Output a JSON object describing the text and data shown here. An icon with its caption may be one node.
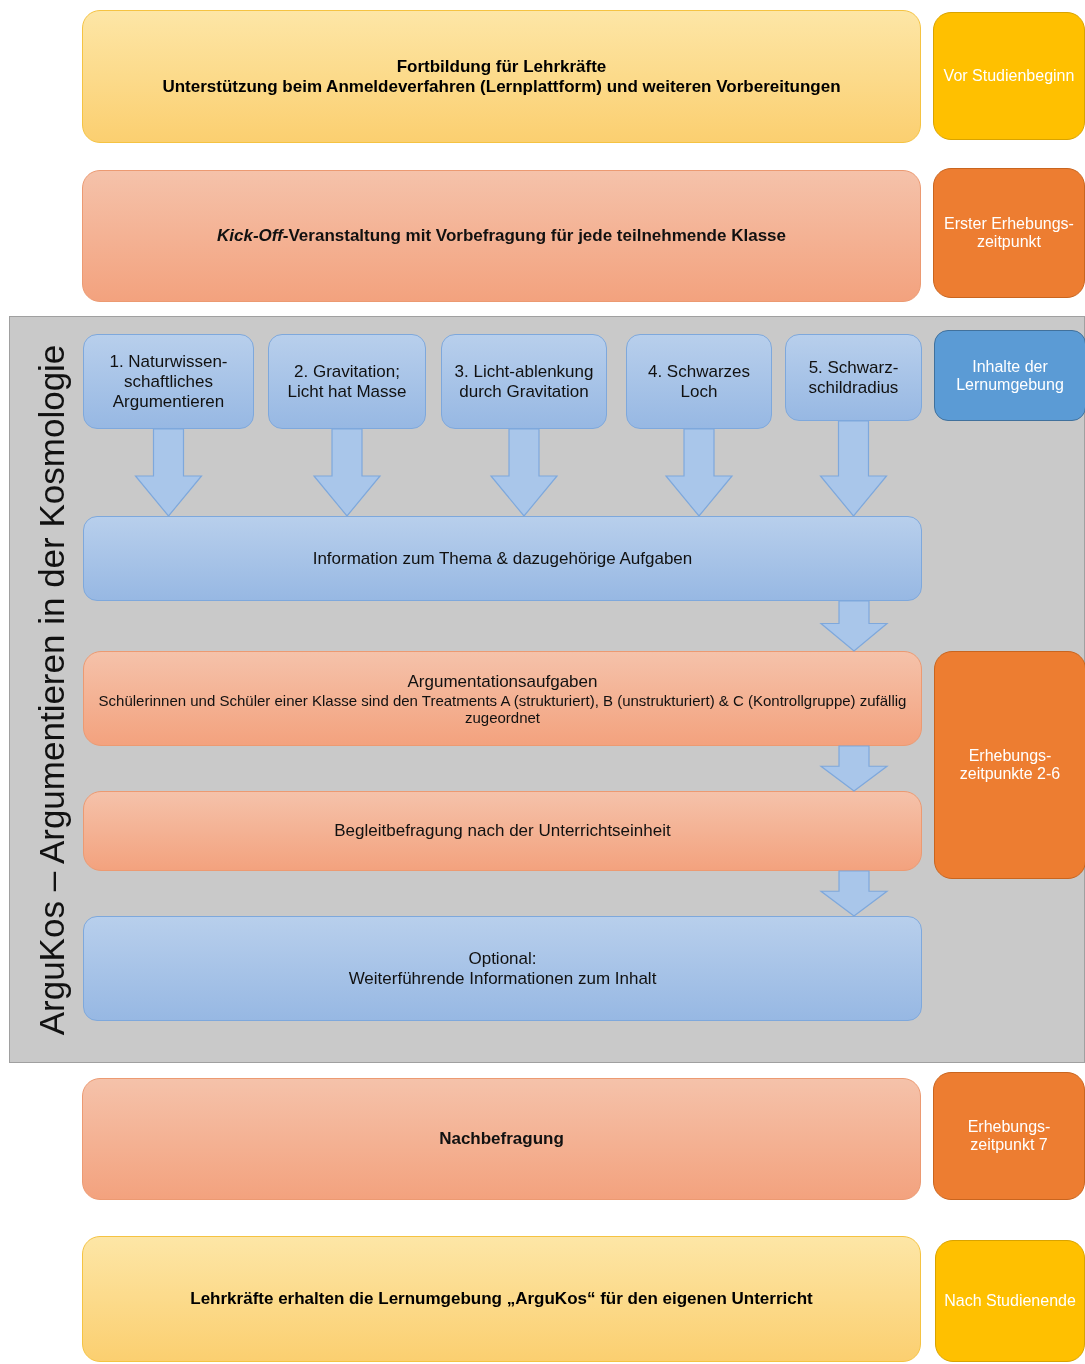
{
  "diagram": {
    "nodes": [
      {
        "text": [
          "Fortbildung für Lehrkräfte",
          "Unterstützung beim Anmeldeverfahren (Lernplattform) und weiteren Vorbereitungen"
        ]
      },
      {
        "text": [
          "Vor Studienbeginn"
        ]
      },
      {
        "text": [
          "*Kick-Off*-Veranstaltung mit Vorbefragung für jede teilnehmende Klasse"
        ]
      },
      {
        "text": [
          "Erster Erhebungs-zeitpunkt"
        ]
      },
      {
        "text": [
          "ArguKos – Argumentieren in der Kosmologie"
        ]
      },
      {
        "text": [
          "1. Naturwissen-schaftliches Argumentieren"
        ],
        "in": 4
      },
      {
        "text": [
          "2. Gravitation; Licht hat Masse"
        ],
        "in": 4
      },
      {
        "text": [
          "3. Licht-ablenkung durch Gravitation"
        ],
        "in": 4
      },
      {
        "text": [
          "4. Schwarzes Loch"
        ],
        "in": 4
      },
      {
        "text": [
          "5. Schwarz-schildradius"
        ],
        "in": 4
      },
      {
        "text": [
          "Inhalte der Lernumgebung"
        ],
        "in": 4
      },
      {
        "text": [
          "Information zum Thema & dazugehörige Aufgaben"
        ],
        "in": 4
      },
      {
        "text": [
          "Argumentationsaufgaben",
          "Schülerinnen und Schüler einer Klasse sind den Treatments A (strukturiert), B (unstrukturiert) & C (Kontrollgruppe) zufällig zugeordnet"
        ],
        "in": 4
      },
      {
        "text": [
          "Erhebungs-zeitpunkte 2-6"
        ],
        "in": 4
      },
      {
        "text": [
          "Begleitbefragung nach der Unterrichtseinheit"
        ],
        "in": 4
      },
      {
        "text": [
          "Optional:",
          "Weiterführende Informationen zum Inhalt"
        ],
        "in": 4
      },
      {
        "text": [
          "Nachbefragung"
        ]
      },
      {
        "text": [
          "Erhebungs-zeitpunkt 7"
        ]
      },
      {
        "text": [
          "Lehrkräfte erhalten die Lernumgebung „ArguKos“ für den eigenen Unterricht"
        ]
      },
      {
        "text": [
          "Nach Studienende"
        ]
      }
    ],
    "edges": [
      {
        "from": 5,
        "to": 11,
        "arrow": "to"
      },
      {
        "from": 6,
        "to": 11,
        "arrow": "to"
      },
      {
        "from": 7,
        "to": 11,
        "arrow": "to"
      },
      {
        "from": 8,
        "to": 11,
        "arrow": "to"
      },
      {
        "from": 9,
        "to": 11,
        "arrow": "to"
      },
      {
        "from": 11,
        "to": 12,
        "arrow": "to"
      },
      {
        "from": 12,
        "to": 14,
        "arrow": "to"
      },
      {
        "from": 14,
        "to": 15,
        "arrow": "to"
      }
    ]
  }
}
